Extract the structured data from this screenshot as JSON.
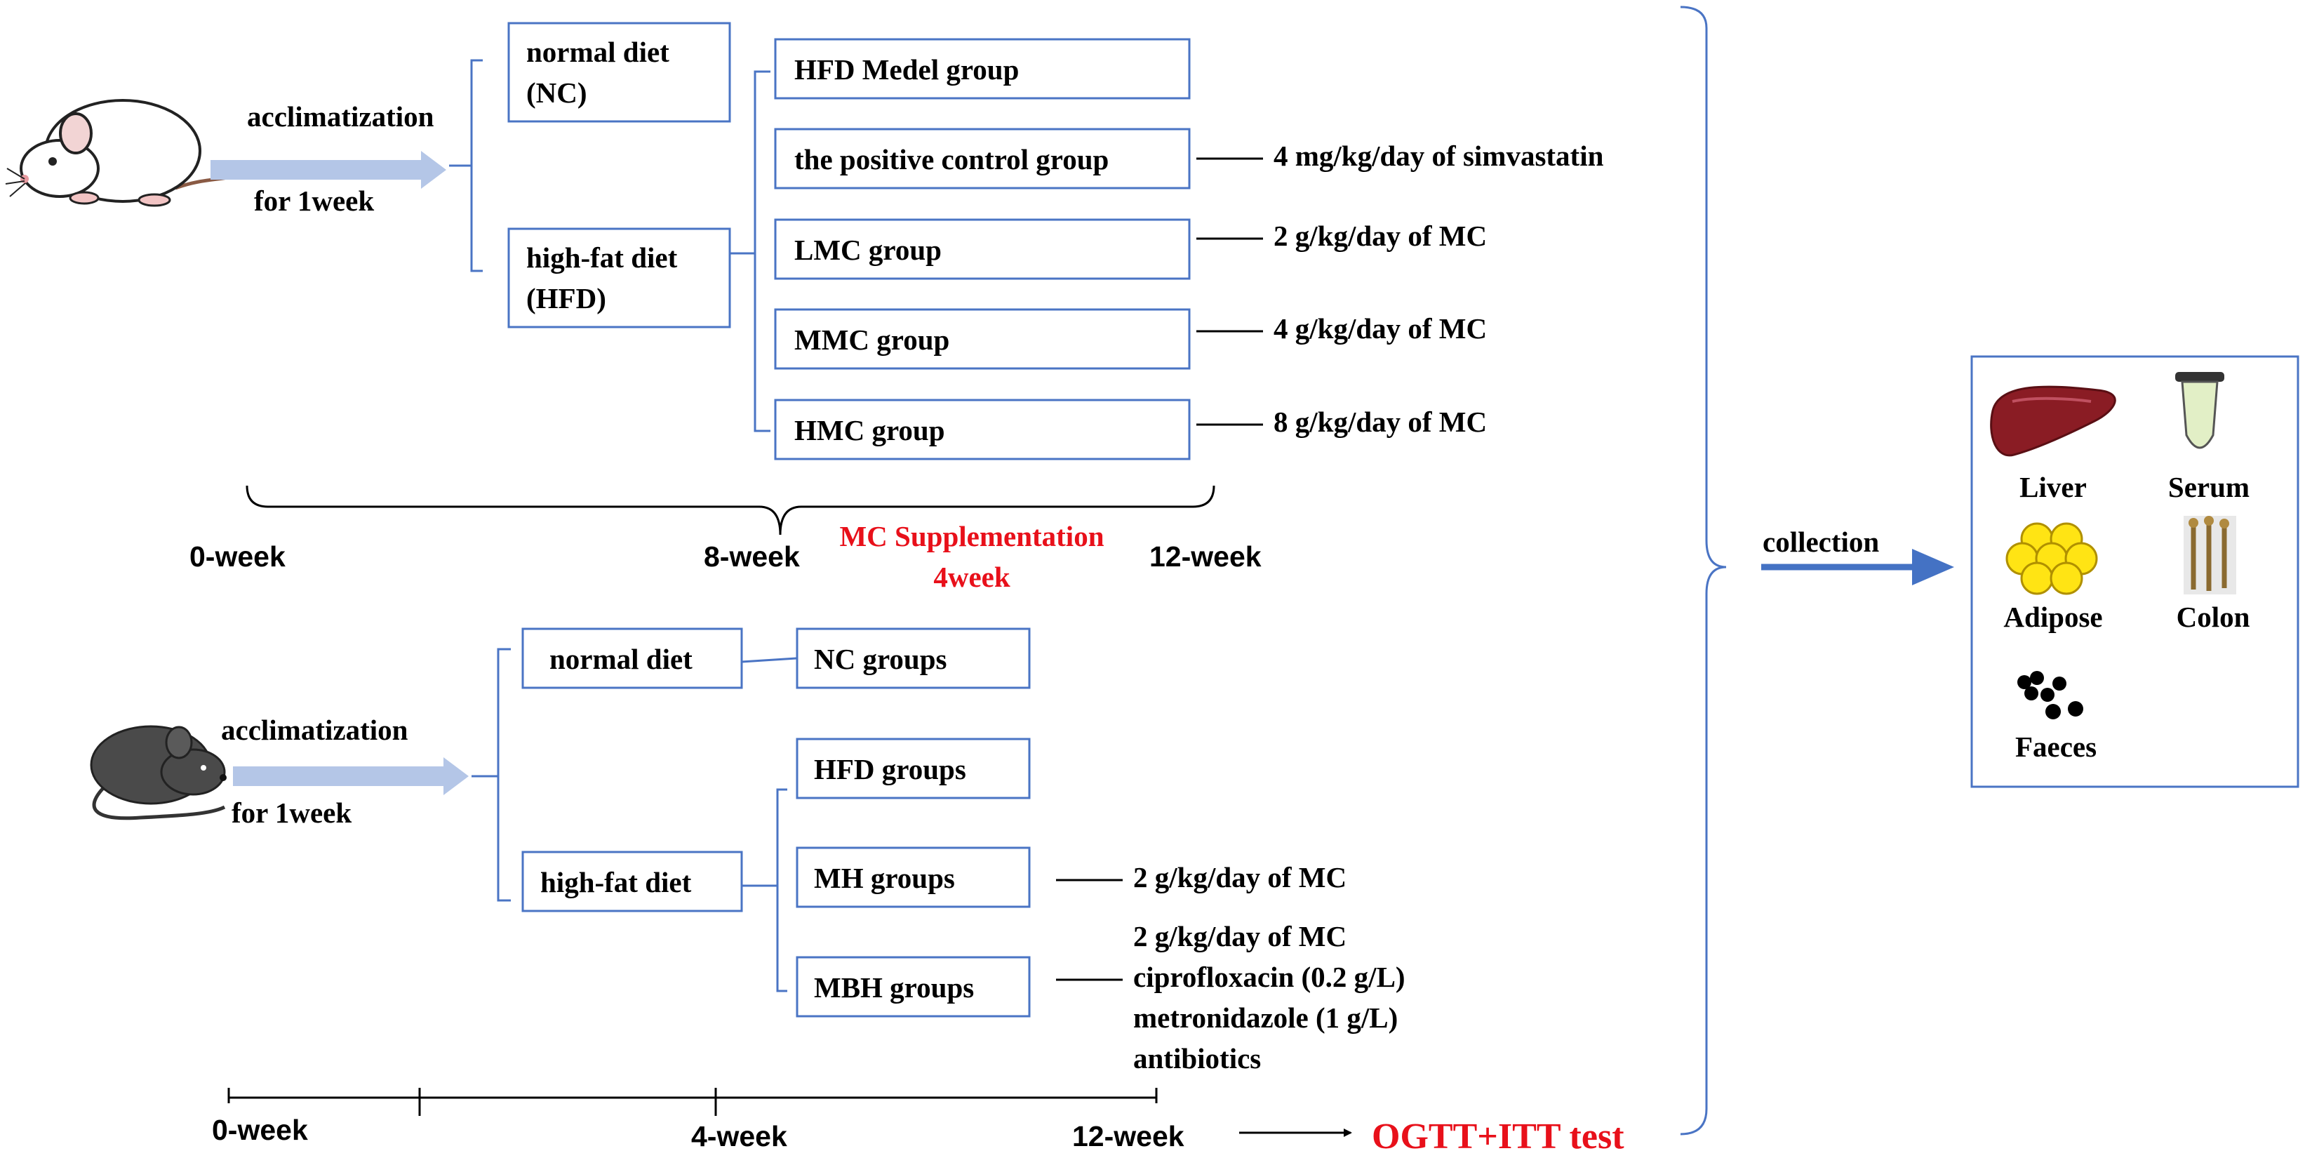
{
  "colors": {
    "box_border": "#4a74c4",
    "arrow_fill": "#b4c6e7",
    "collection_arrow": "#4472c4",
    "highlight_text": "#e8101a",
    "text": "#000000"
  },
  "icons": [
    "rat-icon",
    "mouse-icon",
    "liver-icon",
    "serum-tube-icon",
    "adipose-icon",
    "colon-icon",
    "faeces-icon"
  ],
  "experiment1": {
    "acclimatization": "acclimatization",
    "for_week": "for 1week",
    "diet_boxes": [
      {
        "line1": "normal diet",
        "line2": "(NC)"
      },
      {
        "line1": "high-fat diet",
        "line2": "(HFD)"
      }
    ],
    "groups": [
      {
        "label": "HFD Medel group",
        "treatment": ""
      },
      {
        "label": "the positive control group",
        "treatment": "4 mg/kg/day of simvastatin"
      },
      {
        "label": "LMC group",
        "treatment": "2 g/kg/day of MC"
      },
      {
        "label": "MMC group",
        "treatment": "4 g/kg/day of MC"
      },
      {
        "label": "HMC group",
        "treatment": "8 g/kg/day of MC"
      }
    ],
    "timeline": {
      "start": "0-week",
      "mid": "8-week",
      "end": "12-week",
      "supplementation_line1": "MC Supplementation",
      "supplementation_line2": "4week"
    }
  },
  "experiment2": {
    "acclimatization": "acclimatization",
    "for_week": "for 1week",
    "diet_boxes": [
      "normal diet",
      "high-fat diet"
    ],
    "groups": [
      {
        "label": "NC groups"
      },
      {
        "label": "HFD groups"
      },
      {
        "label": "MH groups"
      },
      {
        "label": "MBH groups"
      }
    ],
    "mh_treatment": "2 g/kg/day of MC",
    "mbh_treatment": [
      "2 g/kg/day of MC",
      "ciprofloxacin (0.2 g/L)",
      "metronidazole (1 g/L)",
      "antibiotics"
    ],
    "timeline": {
      "start": "0-week",
      "mid": "4-week",
      "end": "12-week"
    },
    "test_label": "OGTT+ITT test"
  },
  "collection": {
    "label": "collection",
    "samples": [
      "Liver",
      "Serum",
      "Adipose",
      "Colon",
      "Faeces"
    ]
  }
}
